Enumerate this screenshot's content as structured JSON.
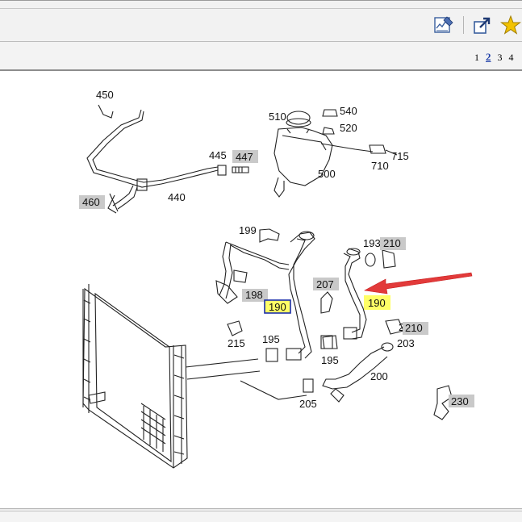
{
  "toolbar": {
    "icons": [
      "chart-edit-icon",
      "external-link-icon",
      "star-icon"
    ],
    "star_color": "#f2c200"
  },
  "pager": {
    "pages": [
      "1",
      "2",
      "3",
      "4"
    ],
    "current": "2"
  },
  "diagram": {
    "labels": {
      "p450": "450",
      "p510": "510",
      "p540": "540",
      "p520": "520",
      "p445": "445",
      "p447": "447",
      "p715": "715",
      "p710": "710",
      "p500": "500",
      "p460": "460",
      "p440": "440",
      "p199": "199",
      "p193": "193",
      "p210a": "210",
      "p207": "207",
      "p198": "198",
      "p190a": "190",
      "p190b": "190",
      "p208": "208",
      "p210b": "210",
      "p215": "215",
      "p195a": "195",
      "p195b": "195",
      "p203": "203",
      "p200": "200",
      "p205": "205",
      "p230": "230"
    },
    "colors": {
      "label_bg_gray": "#c9c9c9",
      "highlight_yellow": "#ffff66",
      "highlight_border_blue": "#1c2fa8",
      "arrow_red": "#e23a3a"
    }
  }
}
